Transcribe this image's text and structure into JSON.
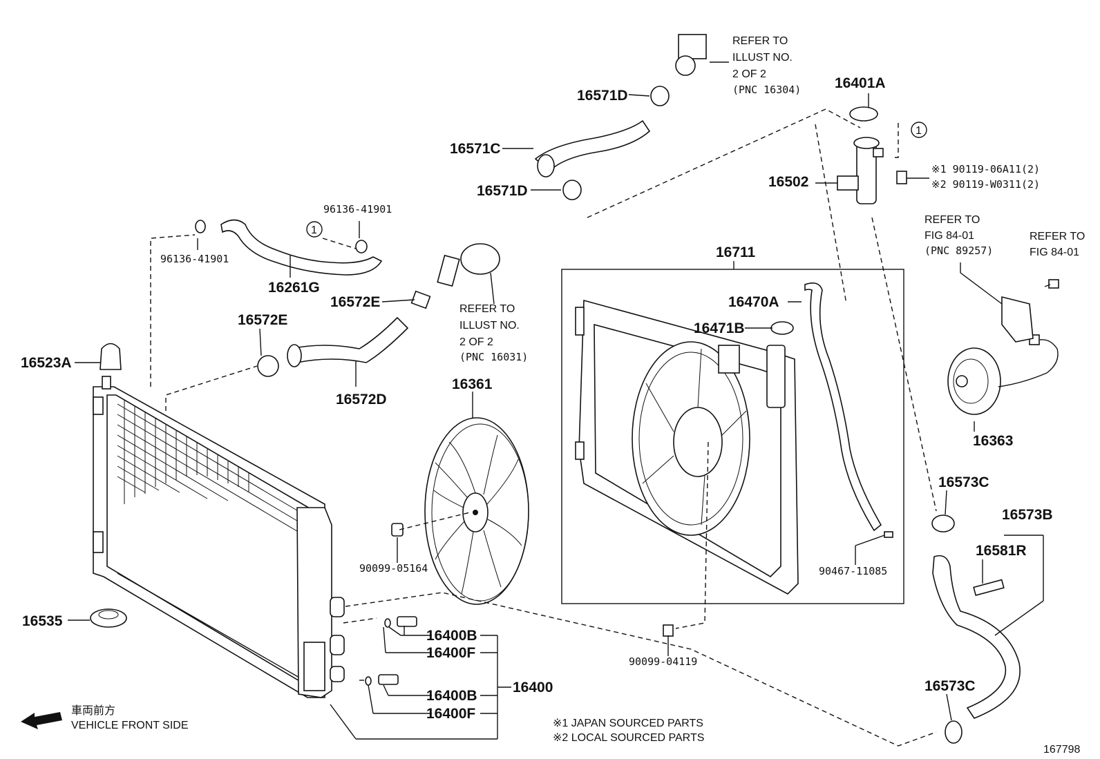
{
  "diagram_id": "167798",
  "front_side": {
    "jp": "車両前方",
    "en": "VEHICLE FRONT SIDE"
  },
  "footnotes": [
    "※1  JAPAN SOURCED PARTS",
    "※2  LOCAL SOURCED PARTS"
  ],
  "bolt_notes": [
    "※1  90119-06A11(2)",
    "※2  90119-W0311(2)"
  ],
  "refer_fan": [
    "REFER TO",
    "FIG 84-01",
    "(PNC 89257)"
  ],
  "refer_bolt": [
    "REFER TO",
    "FIG 84-01"
  ],
  "refer_16304": [
    "REFER TO",
    "ILLUST NO.",
    "2 OF 2",
    "(PNC 16304)"
  ],
  "refer_16031": [
    "REFER TO",
    "ILLUST NO.",
    "2 OF 2",
    "(PNC 16031)"
  ],
  "circle_ref": "1",
  "parts": {
    "p16571D_top": "16571D",
    "p16571C": "16571C",
    "p16571D_bot": "16571D",
    "p16401A": "16401A",
    "p16502": "16502",
    "p96136_a": "96136-41901",
    "p96136_b": "96136-41901",
    "p16261G": "16261G",
    "p16572E_a": "16572E",
    "p16572E_b": "16572E",
    "p16572D": "16572D",
    "p16523A": "16523A",
    "p16711": "16711",
    "p16470A": "16470A",
    "p16471B": "16471B",
    "p16361": "16361",
    "p16363": "16363",
    "p16573C_a": "16573C",
    "p16573B": "16573B",
    "p16581R": "16581R",
    "p16573C_b": "16573C",
    "p90099_05164": "90099-05164",
    "p90467": "90467-11085",
    "p90099_04119": "90099-04119",
    "p16535": "16535",
    "p16400B_a": "16400B",
    "p16400F_a": "16400F",
    "p16400B_b": "16400B",
    "p16400F_b": "16400F",
    "p16400": "16400"
  }
}
